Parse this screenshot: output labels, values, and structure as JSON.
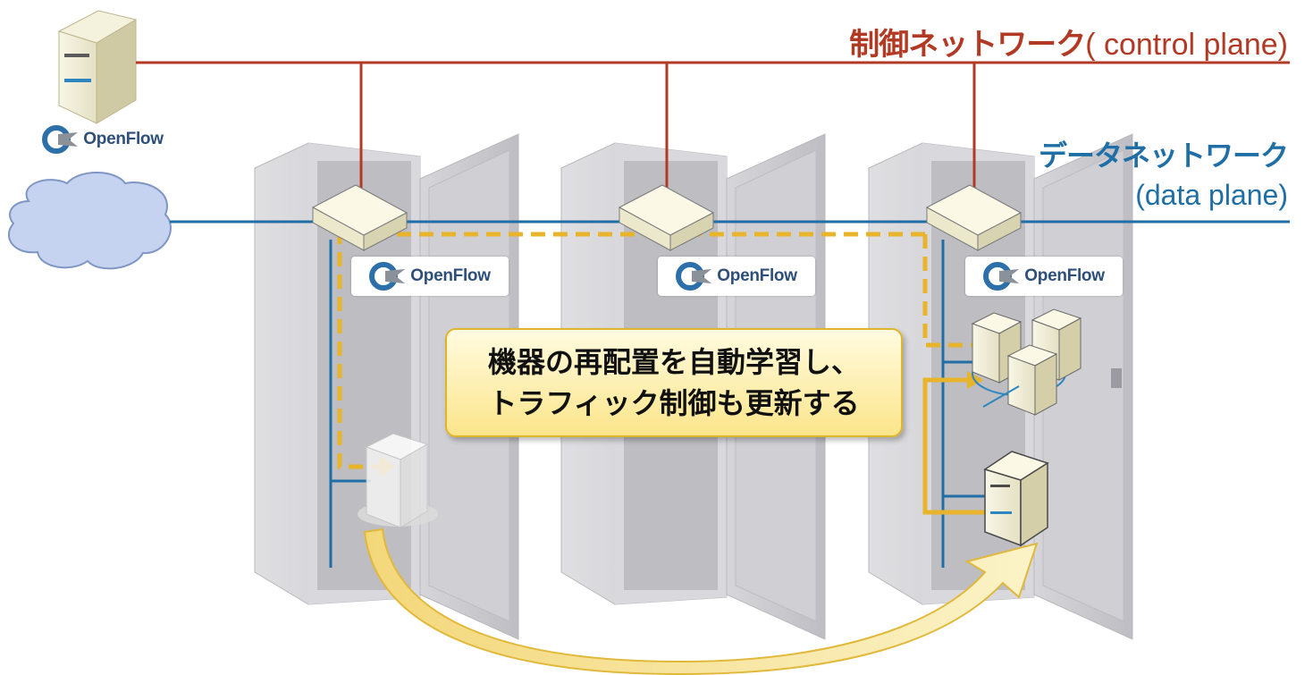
{
  "control_plane": {
    "label_jp": "制御ネットワーク",
    "label_en": "( control plane)",
    "color": "#b23a24"
  },
  "data_plane": {
    "label_jp": "データネットワーク",
    "label_en": "(data plane)",
    "color": "#1f6fa6"
  },
  "openflow": {
    "logo_text": "OpenFlow"
  },
  "callout": {
    "line1": "機器の再配置を自動学習し、",
    "line2": "トラフィック制御も更新する",
    "border_color": "#e0b52a"
  },
  "flow_color": "#e7b42c"
}
